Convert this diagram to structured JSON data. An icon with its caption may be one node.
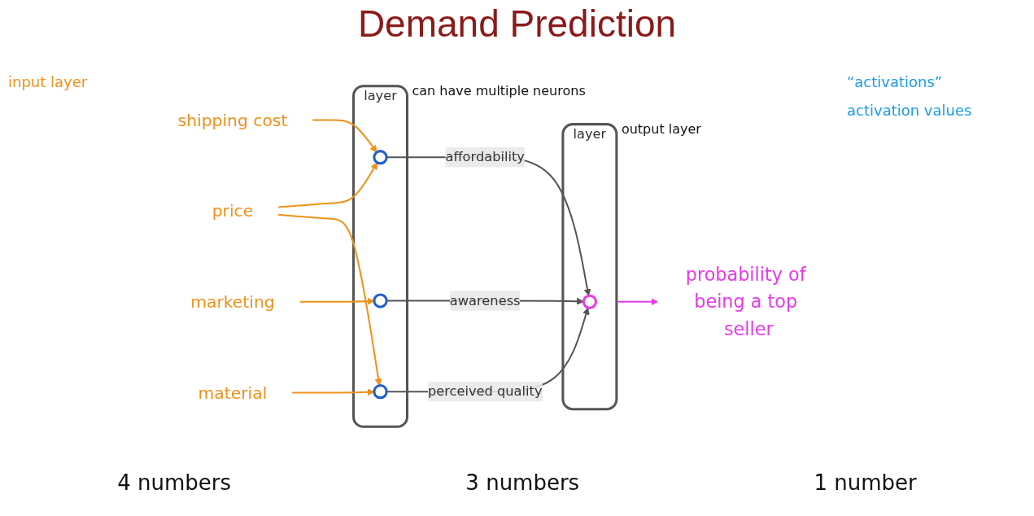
{
  "diagram": {
    "title": "Demand Prediction",
    "nodes": [
      {
        "text": [
          "price"
        ]
      },
      {
        "text": [
          "shipping cost"
        ]
      },
      {
        "text": [
          "marketing"
        ]
      },
      {
        "text": [
          "material"
        ]
      },
      {
        "text": [
          "layer"
        ],
        "beside": [
          "can have multiple neurons"
        ]
      },
      {
        "text": [],
        "shape": "circle",
        "in": 4
      },
      {
        "text": [],
        "shape": "circle",
        "in": 4
      },
      {
        "text": [],
        "shape": "circle",
        "in": 4
      },
      {
        "text": [
          "layer"
        ],
        "beside": [
          "output layer"
        ]
      },
      {
        "text": [],
        "shape": "circle",
        "in": 8
      },
      {
        "text": [
          "probability of being a top seller"
        ]
      }
    ],
    "edges": [
      {
        "from": 0,
        "to": 5,
        "arrow": "to"
      },
      {
        "from": 0,
        "to": 7,
        "arrow": "to"
      },
      {
        "from": 1,
        "to": 5,
        "arrow": "to"
      },
      {
        "from": 2,
        "to": 6,
        "arrow": "to"
      },
      {
        "from": 3,
        "to": 7,
        "arrow": "to"
      },
      {
        "from": 5,
        "to": 9,
        "arrow": "to",
        "label": "affordability",
        "color": "#555555"
      },
      {
        "from": 6,
        "to": 9,
        "arrow": "to",
        "label": "awareness",
        "color": "#555555"
      },
      {
        "from": 7,
        "to": 9,
        "arrow": "to",
        "label": "perceived quality",
        "color": "#555555"
      },
      {
        "from": 8,
        "to": 10,
        "arrow": "to",
        "color": "#e63ce6"
      }
    ],
    "labels": [
      "input layer",
      "“activations”",
      "activation values",
      "4 numbers",
      "3 numbers",
      "1 number"
    ]
  }
}
